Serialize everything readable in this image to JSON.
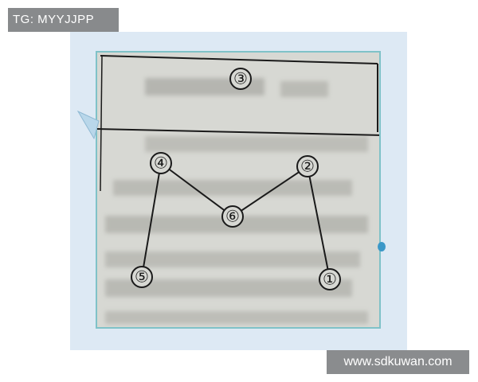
{
  "watermark_top": "TG: MYYJJPP",
  "watermark_bottom": "www.sdkuwan.com",
  "diagram": {
    "nodes": [
      {
        "id": "n3",
        "label": "③"
      },
      {
        "id": "n4",
        "label": "④"
      },
      {
        "id": "n2",
        "label": "②"
      },
      {
        "id": "n6",
        "label": "⑥"
      },
      {
        "id": "n5",
        "label": "⑤"
      },
      {
        "id": "n1",
        "label": "①"
      }
    ],
    "edges": [
      {
        "from": "n4",
        "to": "n5"
      },
      {
        "from": "n4",
        "to": "n6"
      },
      {
        "from": "n6",
        "to": "n2"
      },
      {
        "from": "n2",
        "to": "n1"
      }
    ]
  },
  "colors": {
    "frame_background": "#dde9f4",
    "photo_border": "#7fc2c8",
    "ink": "#1a1a1a",
    "watermark_background": "#888a8c"
  }
}
